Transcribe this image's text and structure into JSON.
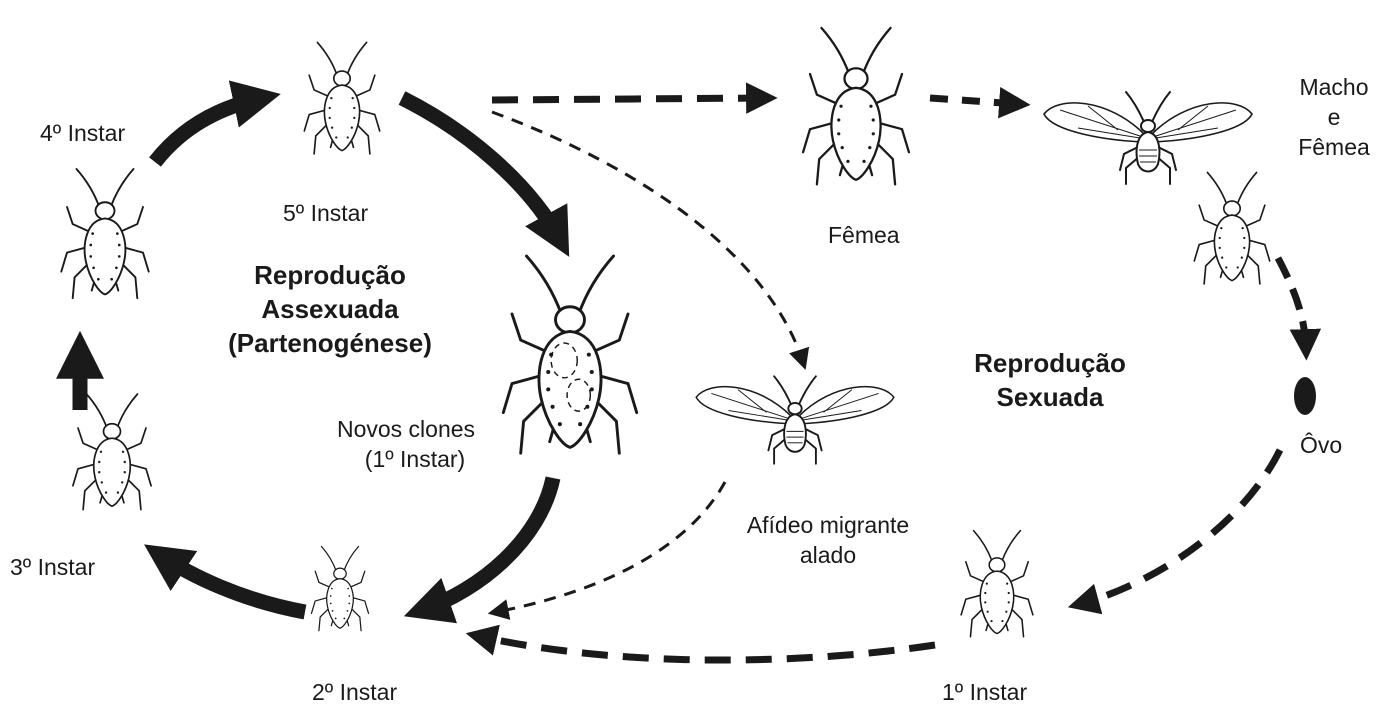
{
  "colors": {
    "ink": "#1a1a1a",
    "background": "#ffffff",
    "egg": "#1a1a1a"
  },
  "titles": {
    "asexual": [
      "Reprodução",
      "Assexuada",
      "(Partenogénese)"
    ],
    "sexual": [
      "Reprodução",
      "Sexuada"
    ]
  },
  "labels": {
    "instar4": "4º Instar",
    "instar5": "5º Instar",
    "instar3": "3º Instar",
    "instar2": "2º Instar",
    "instar1": "1º Instar",
    "novos_clones": [
      "Novos clones",
      "(1º Instar)"
    ],
    "femea": "Fêmea",
    "macho_femea": [
      "Macho",
      "e",
      "Fêmea"
    ],
    "ovo": "Ôvo",
    "afideo": [
      "Afídeo migrante",
      "alado"
    ]
  },
  "icons": {
    "aphid_wingless": "aphid-wingless-icon",
    "aphid_winged": "aphid-winged-icon",
    "egg": "egg-icon"
  }
}
